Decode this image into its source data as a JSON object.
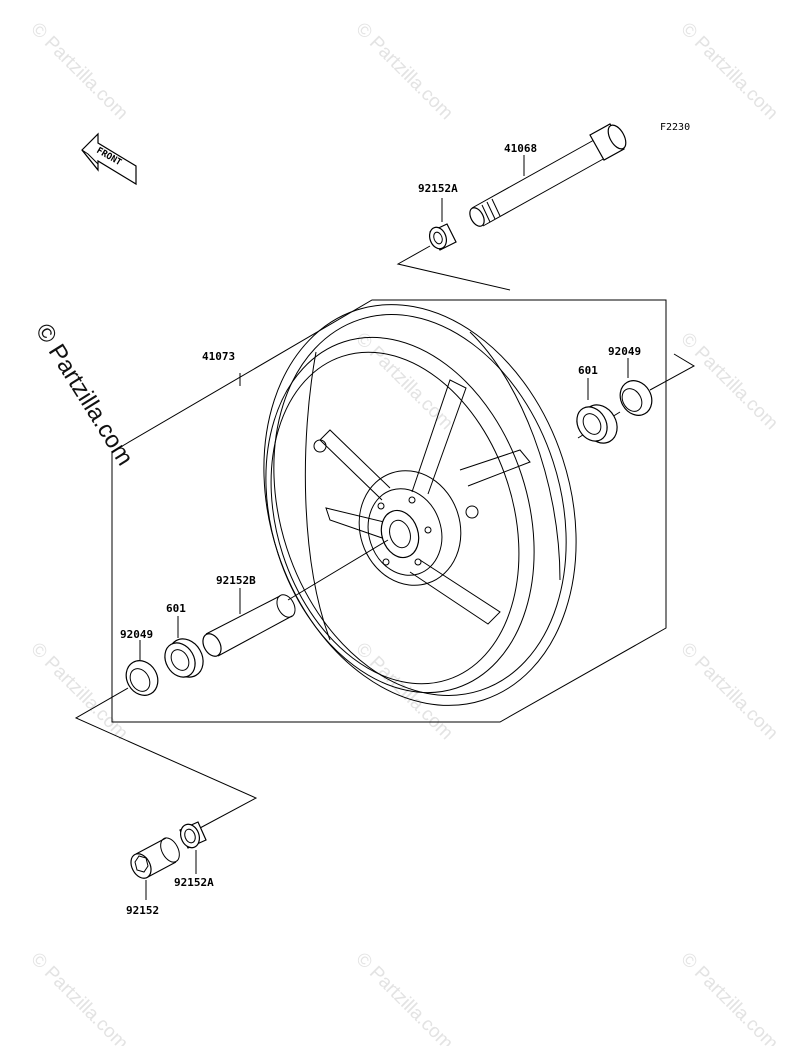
{
  "diagram": {
    "code": "F2230",
    "front_label": "FRONT",
    "watermark": "© Partzilla.com",
    "parts": [
      {
        "id": "41068",
        "label": "41068"
      },
      {
        "id": "92152A-top",
        "label": "92152A"
      },
      {
        "id": "41073",
        "label": "41073"
      },
      {
        "id": "92049-right",
        "label": "92049"
      },
      {
        "id": "601-right",
        "label": "601"
      },
      {
        "id": "92152B",
        "label": "92152B"
      },
      {
        "id": "601-left",
        "label": "601"
      },
      {
        "id": "92049-left",
        "label": "92049"
      },
      {
        "id": "92152A-bottom",
        "label": "92152A"
      },
      {
        "id": "92152",
        "label": "92152"
      }
    ]
  }
}
